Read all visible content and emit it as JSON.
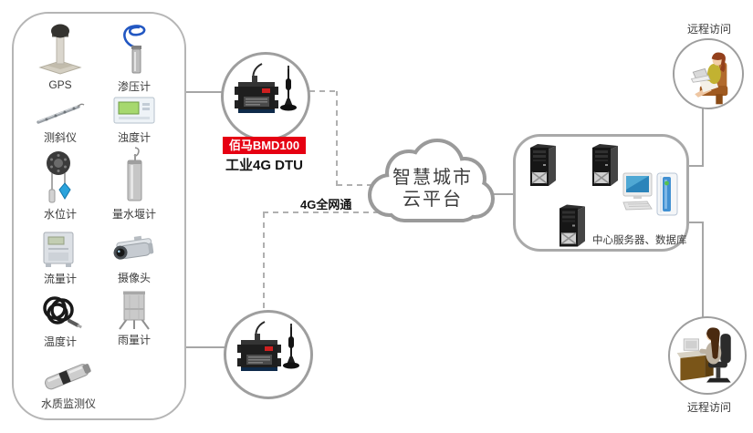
{
  "diagram": {
    "sensors": {
      "items": [
        {
          "label": "GPS",
          "icon": "gps-antenna"
        },
        {
          "label": "渗压计",
          "icon": "piezometer"
        },
        {
          "label": "测斜仪",
          "icon": "inclinometer"
        },
        {
          "label": "浊度计",
          "icon": "turbidity-meter"
        },
        {
          "label": "水位计",
          "icon": "water-level-gauge"
        },
        {
          "label": "量水堰计",
          "icon": "weir-flow-gauge"
        },
        {
          "label": "流量计",
          "icon": "flow-meter"
        },
        {
          "label": "摄像头",
          "icon": "cctv-camera"
        },
        {
          "label": "温度计",
          "icon": "thermometer-cable"
        },
        {
          "label": "雨量计",
          "icon": "rain-gauge"
        },
        {
          "label": "水质监测仪",
          "icon": "water-quality-monitor"
        }
      ]
    },
    "dtu": {
      "badge": "佰马BMD100",
      "model_label": "工业4G DTU"
    },
    "network_label": "4G全网通",
    "cloud": {
      "line1": "智慧城市",
      "line2": "云平台"
    },
    "datacenter": {
      "label": "中心服务器、数据库"
    },
    "remote_top": {
      "label": "远程访问"
    },
    "remote_bottom": {
      "label": "远程访问"
    },
    "colors": {
      "badge_red": "#e60012",
      "connector_gray": "#a6a6a6",
      "outline_gray": "#9e9e9e",
      "text_dark": "#3a3a3a"
    }
  }
}
